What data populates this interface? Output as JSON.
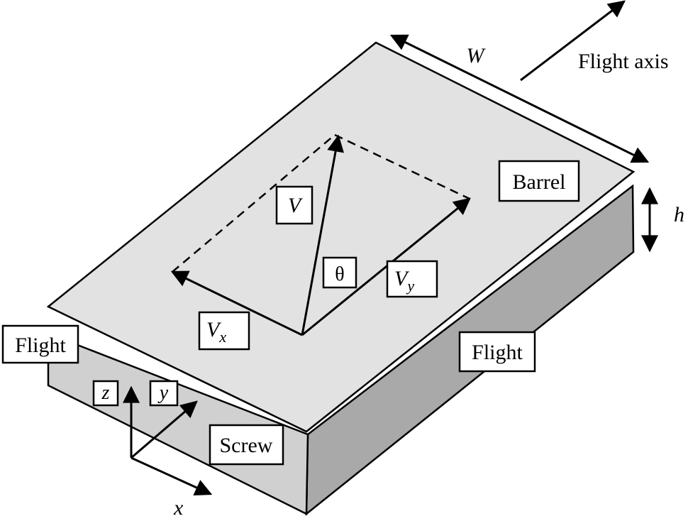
{
  "labels": {
    "width": "W",
    "flight_axis": "Flight axis",
    "barrel": "Barrel",
    "height": "h",
    "velocity": "V",
    "angle": "θ",
    "velocity_y_main": "V",
    "velocity_y_sub": "y",
    "velocity_x_main": "V",
    "velocity_x_sub": "x",
    "flight_left": "Flight",
    "flight_right": "Flight",
    "axis_z": "z",
    "axis_y": "y",
    "axis_x": "x",
    "screw": "Screw"
  },
  "colors": {
    "barrel_fill": "#e2e2e2",
    "side_fill": "#a9a9a9",
    "front_fill": "#d0d0d0",
    "stroke": "#000000",
    "label_box": "#ffffff"
  }
}
